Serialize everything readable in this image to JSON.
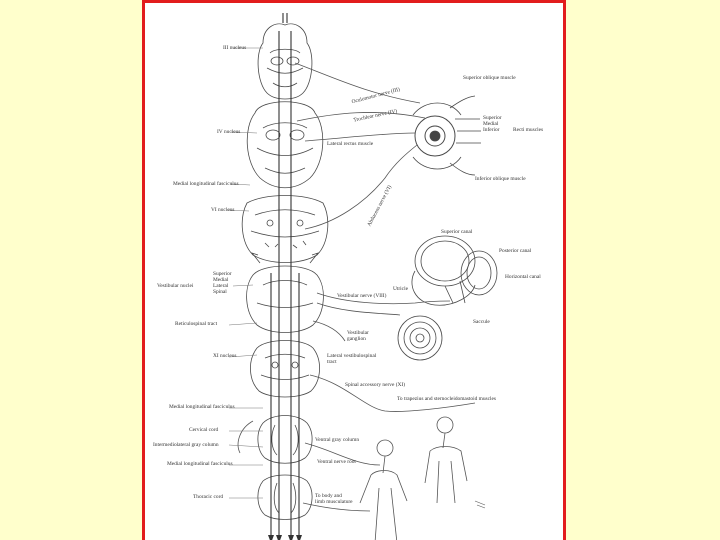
{
  "title": "Vestibular System",
  "labels": {
    "iii_nucleus": "III nucleus",
    "iv_nucleus": "IV nucleus",
    "mlf_1": "Medial longitudinal fasciculus",
    "vi_nucleus": "VI nucleus",
    "vestibular_nuclei": "Vestibular nuclei",
    "superior": "Superior",
    "medial": "Medial",
    "lateral": "Lateral",
    "spinal": "Spinal",
    "reticulospinal_tract": "Reticulospinal tract",
    "xi_nucleus": "XI nucleus",
    "mlf_2": "Medial longitudinal fasciculus",
    "cervical_cord": "Cervical cord",
    "intermediolateral": "Intermediolateral gray column",
    "mlf_3": "Medial longitudinal fasciculus",
    "thoracic_cord": "Thoracic cord",
    "superior_oblique": "Superior oblique muscle",
    "oculomotor_nerve": "Oculomotor nerve (III)",
    "trochlear_nerve": "Trochlear nerve (IV)",
    "lateral_rectus": "Lateral rectus muscle",
    "recti_superior": "Superior",
    "recti_medial": "Medial",
    "recti_inferior": "Inferior",
    "recti_muscles": "Recti muscles",
    "inferior_oblique": "Inferior oblique muscle",
    "abducens_nerve": "Abducens nerve (VI)",
    "superior_canal": "Superior canal",
    "posterior_canal": "Posterior canal",
    "horizontal_canal": "Horizontal canal",
    "utricle": "Utricle",
    "vestibular_nerve": "Vestibular nerve (VIII)",
    "saccule": "Saccule",
    "vestibular_ganglion_1": "Vestibular",
    "vestibular_ganglion_2": "ganglion",
    "lat_vestibulospinal_1": "Lateral vestibulospinal",
    "lat_vestibulospinal_2": "tract",
    "spinal_accessory": "Spinal accessory nerve (XI)",
    "trapezius": "To trapezius and sternocleidomastoid muscles",
    "ventral_gray": "Ventral gray column",
    "ventral_root": "Ventral nerve root",
    "body_1": "To body and",
    "body_2": "limb musculature"
  }
}
